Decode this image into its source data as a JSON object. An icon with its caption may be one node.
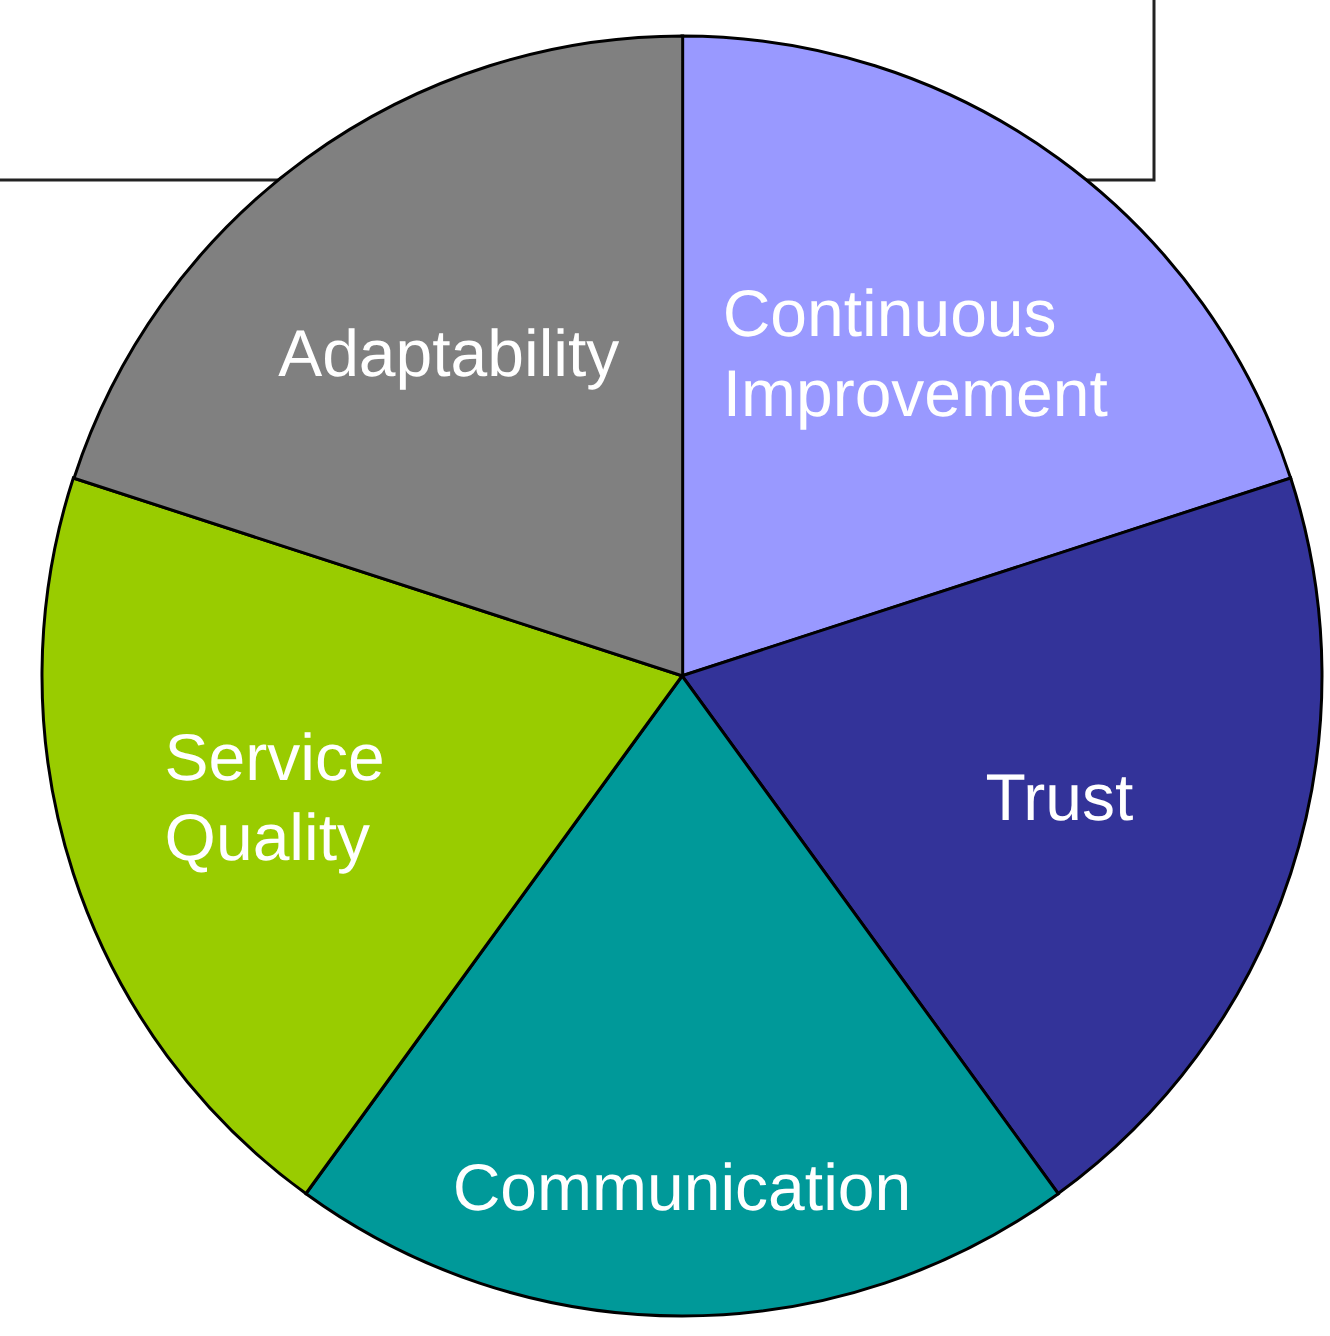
{
  "diagram": {
    "nodes": [
      {
        "text": [
          "Continuous Improvement"
        ]
      },
      {
        "text": [
          "Trust"
        ]
      },
      {
        "text": [
          "Communication"
        ]
      },
      {
        "text": [
          "Service Quality"
        ]
      },
      {
        "text": [
          "Adaptability"
        ]
      }
    ]
  }
}
